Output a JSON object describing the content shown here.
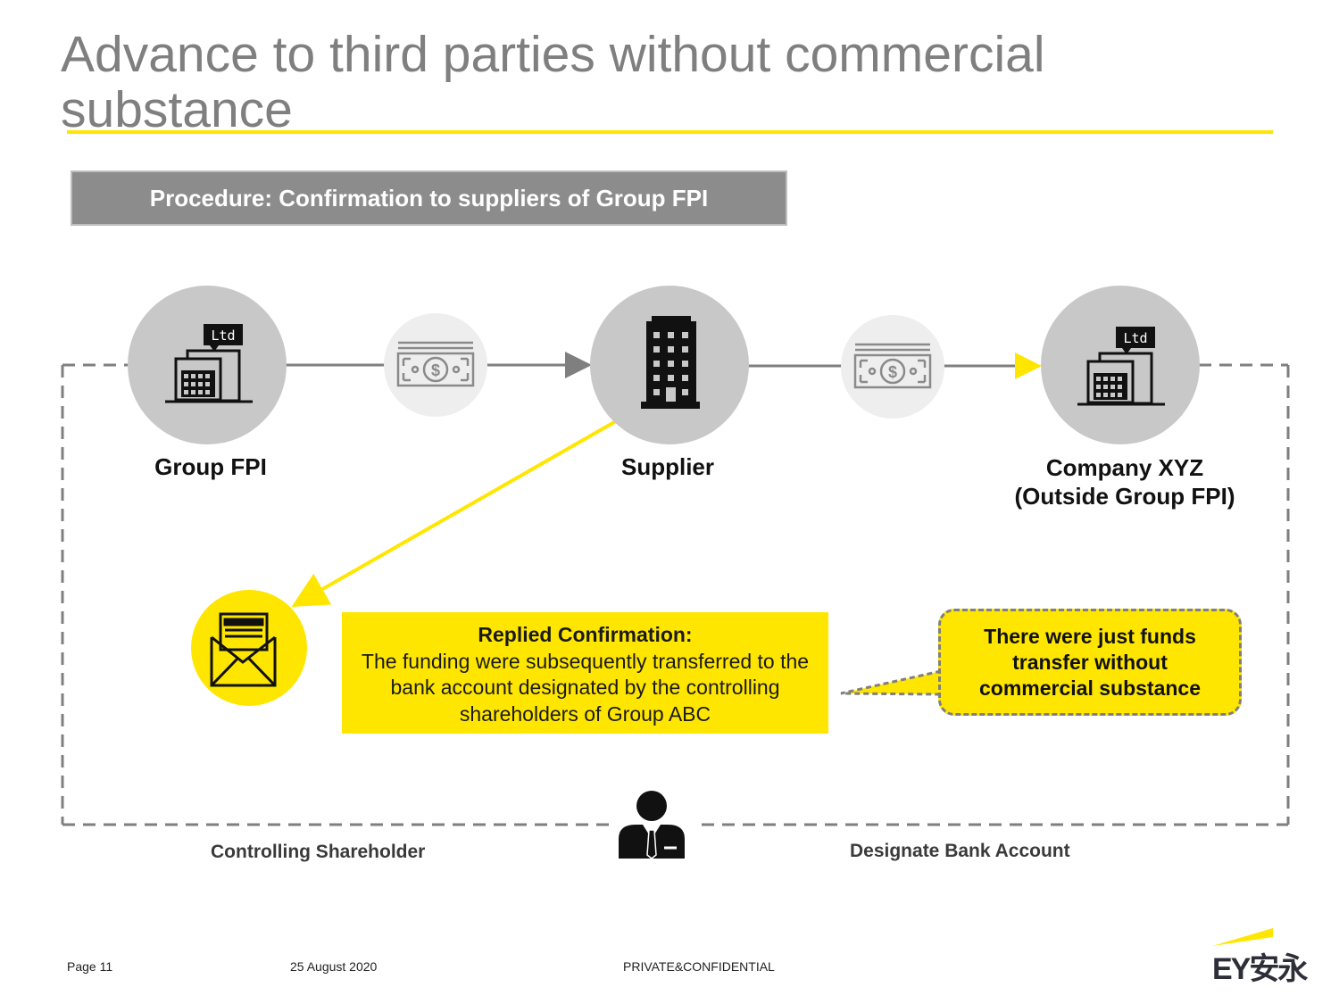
{
  "page": {
    "title": "Advance to third parties without commercial substance"
  },
  "procedure_header": "Procedure: Confirmation to suppliers of Group FPI",
  "nodes": {
    "group_fpi": {
      "label": "Group FPI",
      "badge": "Ltd"
    },
    "supplier": {
      "label": "Supplier"
    },
    "company_xyz": {
      "label_line1": "Company XYZ",
      "label_line2": "(Outside Group FPI)",
      "badge": "Ltd"
    }
  },
  "money_symbol": "$",
  "replied_confirmation": {
    "heading": "Replied Confirmation:",
    "body": "The funding were subsequently transferred to the bank account designated by the controlling shareholders of Group ABC"
  },
  "callout": "There were just funds transfer without commercial substance",
  "bottom": {
    "left_label": "Controlling Shareholder",
    "right_label": "Designate Bank Account"
  },
  "footer": {
    "page": "Page 11",
    "date": "25 August 2020",
    "classification": "PRIVATE&CONFIDENTIAL",
    "logo_text": "EY安永"
  },
  "colors": {
    "ey_yellow": "#ffe600",
    "circle_gray": "#c8c8c8",
    "money_circle": "#eeeeee",
    "title_gray": "#7f7f7f"
  }
}
